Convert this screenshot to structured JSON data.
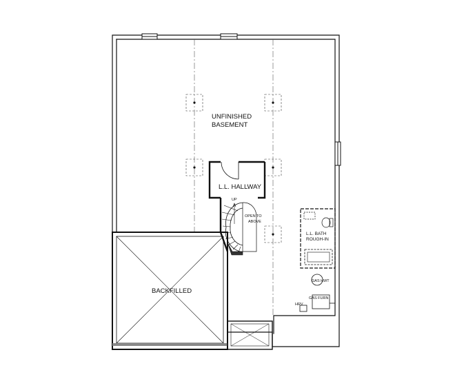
{
  "rooms": {
    "unfinished_line1": "UNFINISHED",
    "unfinished_line2": "BASEMENT",
    "hallway": "L.L. HALLWAY",
    "backfilled": "BACKFILLED"
  },
  "stairs": {
    "up": "UP",
    "open_line1": "OPEN TO",
    "open_line2": "ABOVE"
  },
  "bath": {
    "line1": "L.L. BATH",
    "line2": "ROUGH-IN"
  },
  "mechanical": {
    "hwt": "GAS HWT",
    "furnace": "GAS FURN",
    "hrv": "HRV"
  },
  "colors": {
    "wall": "#111111",
    "fill_dark": "#333333",
    "window_fill": "#ffffff"
  }
}
